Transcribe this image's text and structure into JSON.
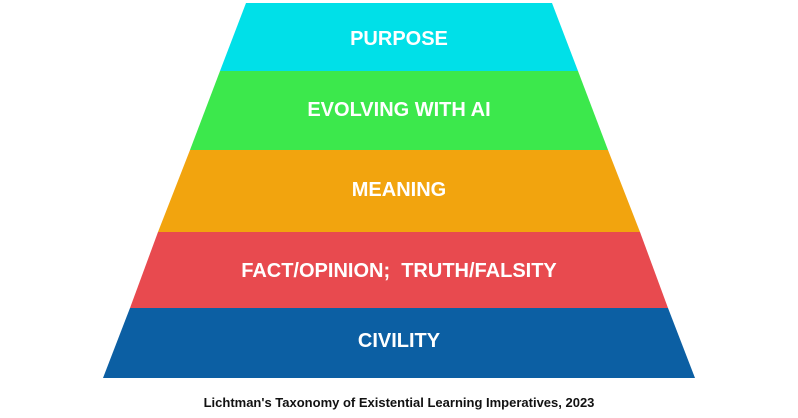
{
  "pyramid": {
    "layers": [
      {
        "label": "PURPOSE",
        "color": "#00E0E8"
      },
      {
        "label": "EVOLVING WITH AI",
        "color": "#3CE84C"
      },
      {
        "label": "MEANING",
        "color": "#F2A40E"
      },
      {
        "label": "FACT/OPINION;  TRUTH/FALSITY",
        "color": "#E84A4F"
      },
      {
        "label": "CIVILITY",
        "color": "#0C5FA3"
      }
    ]
  },
  "caption": "Lichtman's Taxonomy of Existential Learning Imperatives, 2023"
}
